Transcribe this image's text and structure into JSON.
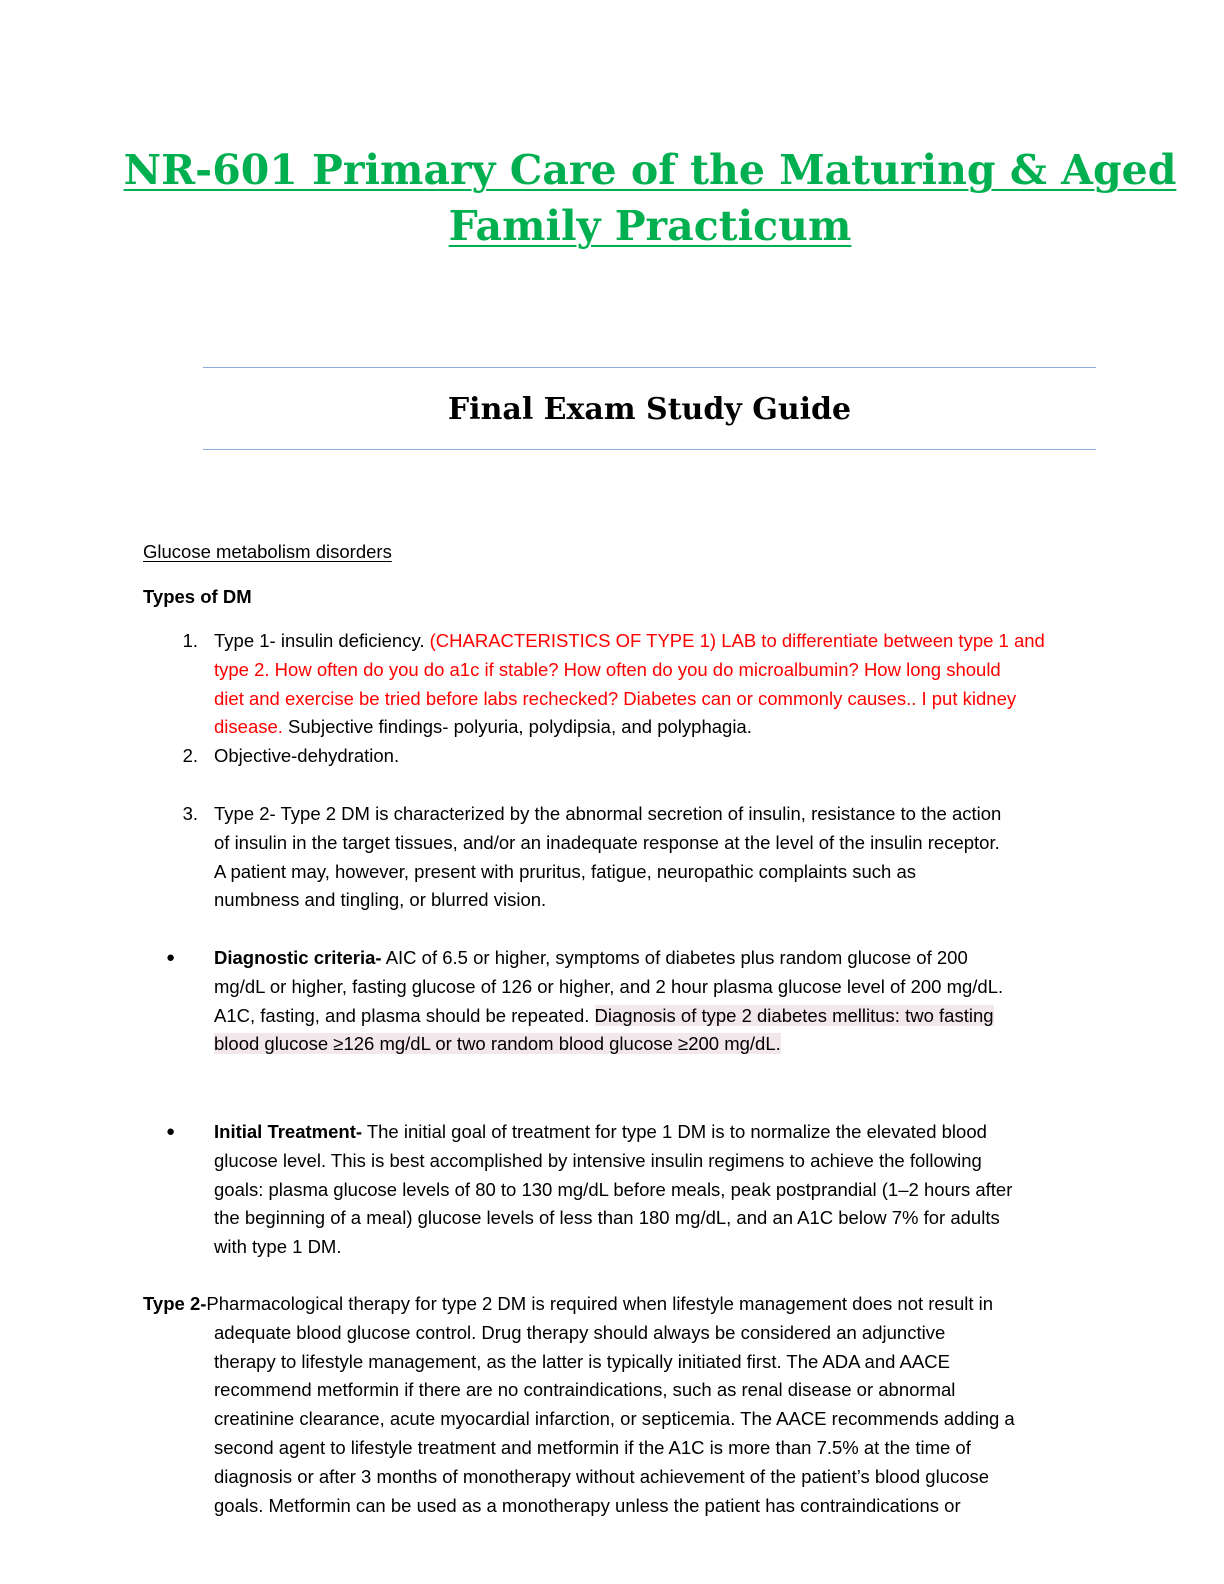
{
  "header": {
    "title_line1": "NR-601 Primary Care of the Maturing & Aged ",
    "title_line2": "Family Practicum",
    "subtitle": "Final Exam Study Guide"
  },
  "section_heading": "Glucose metabolism disorders",
  "types_heading": "Types of DM",
  "list": {
    "item1": {
      "number": "1.",
      "prefix": "Type 1- insulin deficiency. ",
      "red_line1": "(CHARACTERISTICS OF TYPE 1) LAB to differentiate between type 1 and",
      "red_line2": "type 2. How often do you do a1c if stable? How often do you do microalbumin? How long should",
      "red_line3": "diet and exercise be tried before labs rechecked? Diabetes can or commonly causes.. I put kidney",
      "red_line4": "disease.",
      "suffix": " Subjective findings- polyuria, polydipsia, and polyphagia."
    },
    "item2": {
      "number": "2.",
      "text": "Objective-dehydration."
    },
    "item3": {
      "number": "3.",
      "lines": [
        "Type 2- Type 2 DM is characterized by the abnormal secretion of insulin, resistance to the action",
        "of insulin in the target tissues, and/or an inadequate response at the level of the insulin receptor.",
        "A patient may, however, present with pruritus, fatigue, neuropathic complaints such as",
        "numbness and tingling, or blurred vision."
      ]
    }
  },
  "bullets": {
    "marker": "●",
    "diagnostic": {
      "label": "Diagnostic criteria-",
      "line1": " AIC of 6.5 or higher, symptoms of diabetes plus random glucose of 200",
      "line2": "mg/dL or higher, fasting glucose of 126 or higher, and 2 hour plasma glucose level of 200 mg/dL.",
      "line3_plain": "A1C, fasting, and plasma should be repeated. ",
      "line3_highlight": "Diagnosis of type 2 diabetes mellitus: two fasting",
      "line4_highlight": "blood glucose ≥126 mg/dL or two random blood glucose ≥200 mg/dL."
    },
    "initial": {
      "label": "Initial Treatment-",
      "line1": " The initial goal of treatment for type 1 DM is to normalize the elevated blood",
      "lines": [
        "glucose level. This is best accomplished by intensive insulin regimens to achieve the following",
        "goals: plasma glucose levels of 80 to 130 mg/dL before meals, peak postprandial (1–2 hours after",
        "the beginning of a meal) glucose levels of less than 180 mg/dL, and an A1C below 7% for adults",
        "with type 1 DM."
      ]
    }
  },
  "type2_paragraph": {
    "label": "Type 2-",
    "line1": "Pharmacological therapy for type 2 DM is required when lifestyle management does not result in",
    "lines": [
      "adequate blood glucose control. Drug therapy should always be considered an adjunctive",
      "therapy to lifestyle management, as the latter is typically initiated first. The ADA and AACE",
      "recommend metformin if there are no contraindications, such as renal disease or abnormal",
      "creatinine clearance, acute myocardial infarction, or septicemia. The AACE recommends adding a",
      "second agent to lifestyle treatment and metformin if the A1C is more than 7.5% at the time of",
      "diagnosis or after 3 months of monotherapy without achievement of the patient’s blood glucose",
      "goals. Metformin can be used as a monotherapy unless the patient has contraindications or"
    ]
  },
  "colors": {
    "title_green": "#00b050",
    "rule_blue": "#8eaadb",
    "emphasis_red": "#ff0000",
    "highlight": "#f2e7ea"
  }
}
